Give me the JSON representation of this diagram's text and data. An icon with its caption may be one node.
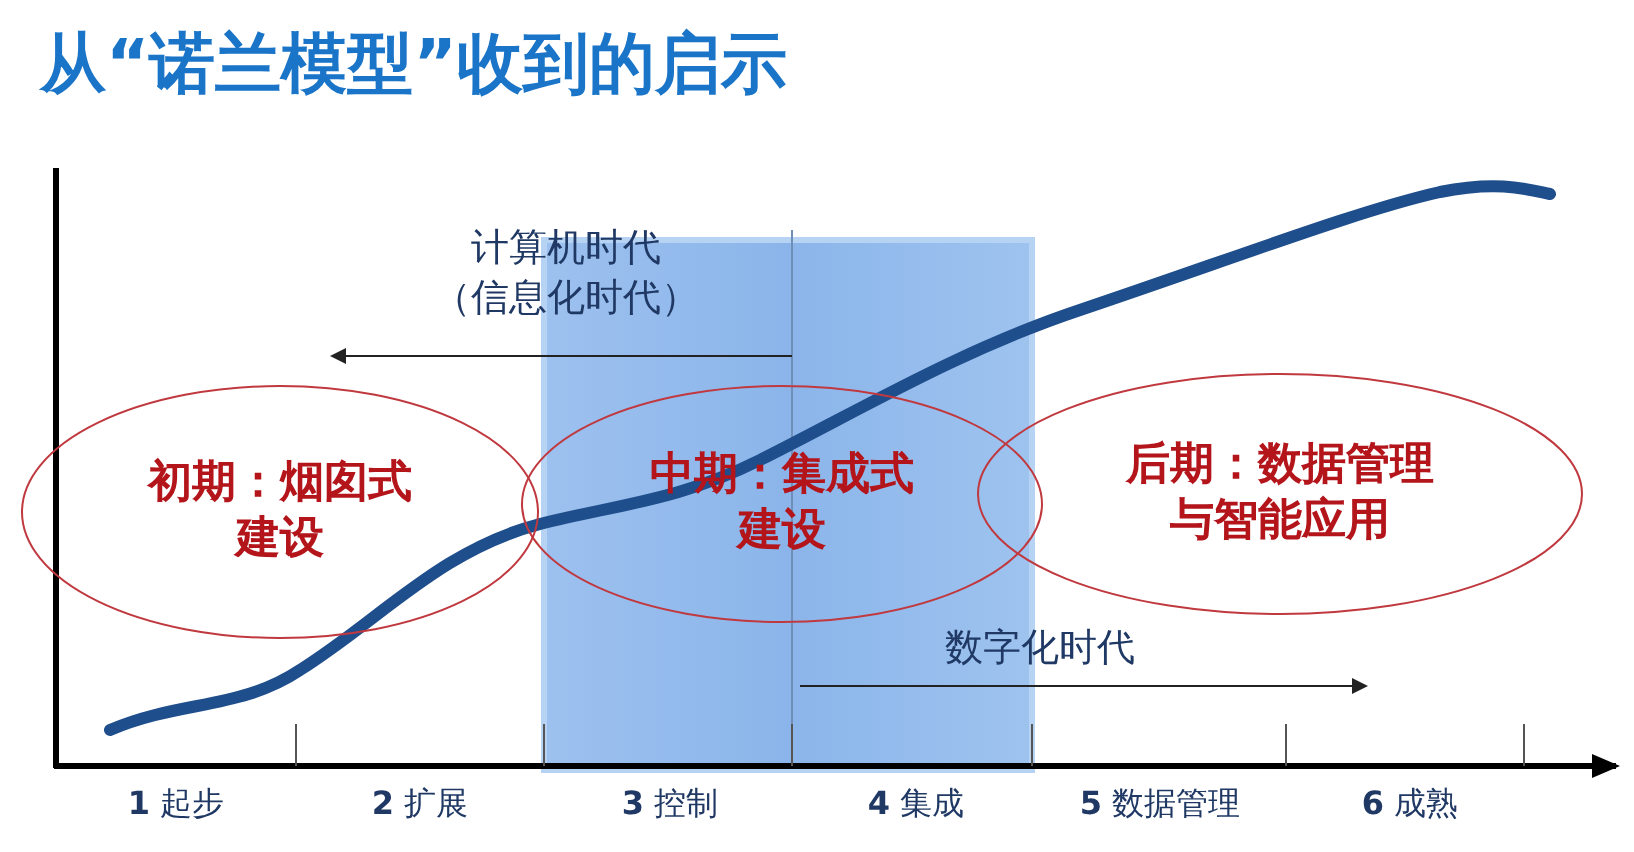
{
  "diagram": {
    "title": "从“诺兰模型”收到的启示",
    "nodes": [
      {
        "text": [
          "初期：烟囱式建设"
        ]
      },
      {
        "text": [
          "中期：集成式建设"
        ]
      },
      {
        "text": [
          "后期：数据管理与智能应用"
        ]
      }
    ],
    "labels": [
      "计算机时代（信息化时代）",
      "数字化时代",
      "**1** 起步",
      "**2** 扩展",
      "**3** 控制",
      "**4** 集成",
      "**5** 数据管理",
      "**6** 成熟"
    ]
  }
}
